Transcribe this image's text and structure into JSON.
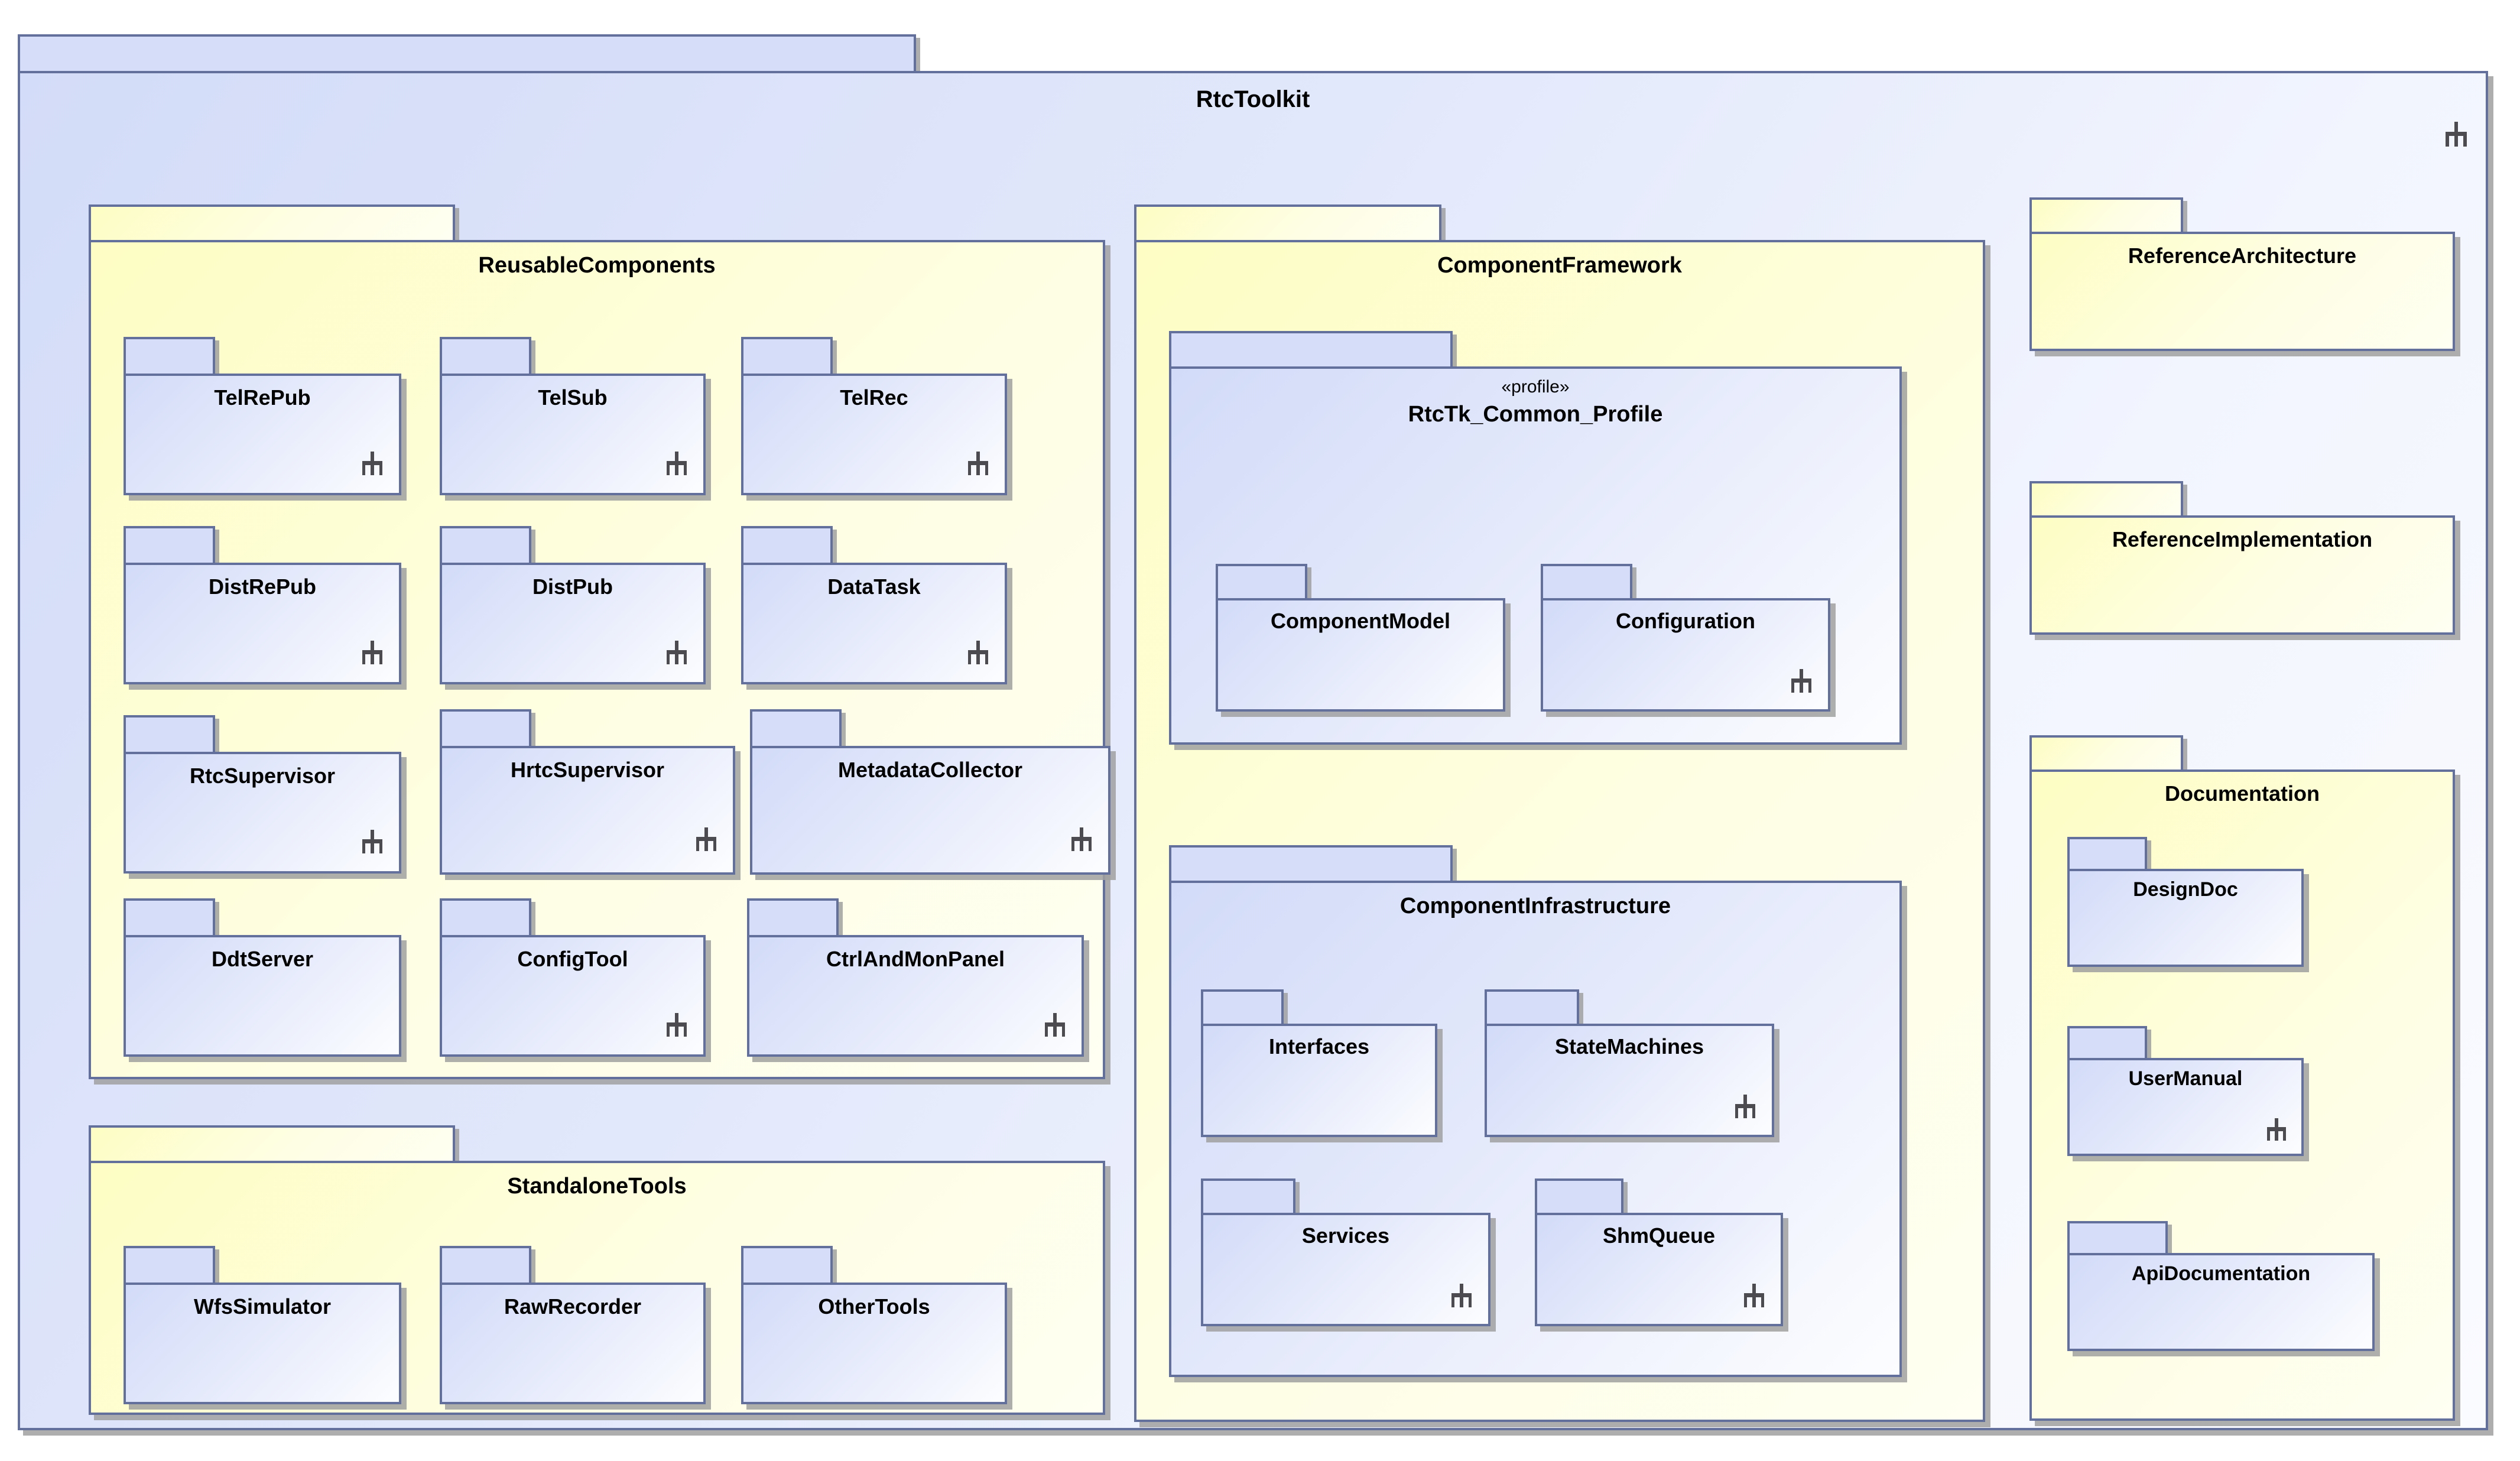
{
  "diagram": {
    "type": "uml-package-diagram",
    "root": {
      "name": "RtcToolkit",
      "icon": "component-marker-icon"
    },
    "packages": [
      {
        "id": "reusable-components",
        "name": "ReusableComponents",
        "style": "yellow",
        "children": [
          {
            "name": "TelRePub",
            "icon": "component-marker-icon"
          },
          {
            "name": "TelSub",
            "icon": "component-marker-icon"
          },
          {
            "name": "TelRec",
            "icon": "component-marker-icon"
          },
          {
            "name": "DistRePub",
            "icon": "component-marker-icon"
          },
          {
            "name": "DistPub",
            "icon": "component-marker-icon"
          },
          {
            "name": "DataTask",
            "icon": "component-marker-icon"
          },
          {
            "name": "RtcSupervisor",
            "icon": "component-marker-icon"
          },
          {
            "name": "HrtcSupervisor",
            "icon": "component-marker-icon"
          },
          {
            "name": "MetadataCollector",
            "icon": "component-marker-icon"
          },
          {
            "name": "DdtServer",
            "icon": null
          },
          {
            "name": "ConfigTool",
            "icon": "component-marker-icon"
          },
          {
            "name": "CtrlAndMonPanel",
            "icon": "component-marker-icon"
          }
        ]
      },
      {
        "id": "standalone-tools",
        "name": "StandaloneTools",
        "style": "yellow",
        "children": [
          {
            "name": "WfsSimulator",
            "icon": null
          },
          {
            "name": "RawRecorder",
            "icon": null
          },
          {
            "name": "OtherTools",
            "icon": null
          }
        ]
      },
      {
        "id": "component-framework",
        "name": "ComponentFramework",
        "style": "yellow",
        "children": [
          {
            "id": "rtctk-common-profile",
            "name": "RtcTk_Common_Profile",
            "stereotype": "«profile»",
            "style": "blue",
            "children": [
              {
                "name": "ComponentModel",
                "icon": null
              },
              {
                "name": "Configuration",
                "icon": "component-marker-icon"
              }
            ]
          },
          {
            "id": "component-infrastructure",
            "name": "ComponentInfrastructure",
            "style": "blue",
            "children": [
              {
                "name": "Interfaces",
                "icon": null
              },
              {
                "name": "StateMachines",
                "icon": "component-marker-icon"
              },
              {
                "name": "Services",
                "icon": "component-marker-icon"
              },
              {
                "name": "ShmQueue",
                "icon": "component-marker-icon"
              }
            ]
          }
        ]
      },
      {
        "id": "reference-architecture",
        "name": "ReferenceArchitecture",
        "style": "yellow",
        "children": []
      },
      {
        "id": "reference-implementation",
        "name": "ReferenceImplementation",
        "style": "yellow",
        "children": []
      },
      {
        "id": "documentation",
        "name": "Documentation",
        "style": "yellow",
        "children": [
          {
            "name": "DesignDoc",
            "icon": null
          },
          {
            "name": "UserManual",
            "icon": "component-marker-icon"
          },
          {
            "name": "ApiDocumentation",
            "icon": null
          }
        ]
      }
    ]
  },
  "colors": {
    "border": "#63709C",
    "package_yellow": "#FEFECE",
    "package_blue": "#DCE3F9",
    "shadow": "#A0A0A0",
    "icon": "#4C4C50",
    "text": "#000000"
  }
}
